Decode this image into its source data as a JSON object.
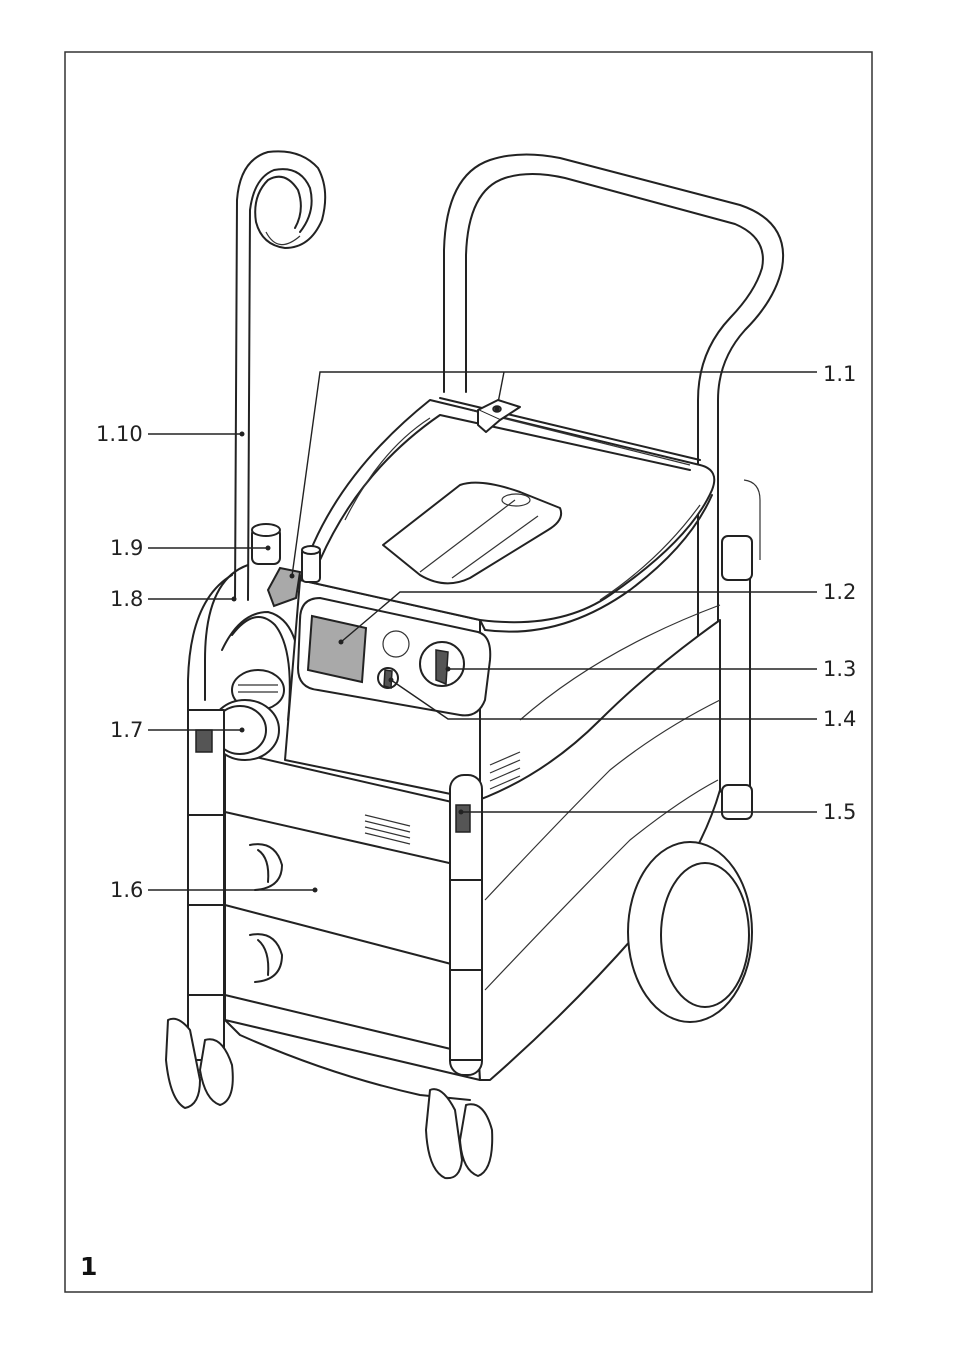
{
  "figure": {
    "number": "1"
  },
  "callouts": [
    {
      "id": "1.1",
      "label": "1.1"
    },
    {
      "id": "1.2",
      "label": "1.2"
    },
    {
      "id": "1.3",
      "label": "1.3"
    },
    {
      "id": "1.4",
      "label": "1.4"
    },
    {
      "id": "1.5",
      "label": "1.5"
    },
    {
      "id": "1.6",
      "label": "1.6"
    },
    {
      "id": "1.7",
      "label": "1.7"
    },
    {
      "id": "1.8",
      "label": "1.8"
    },
    {
      "id": "1.9",
      "label": "1.9"
    },
    {
      "id": "1.10",
      "label": "1.10"
    }
  ]
}
